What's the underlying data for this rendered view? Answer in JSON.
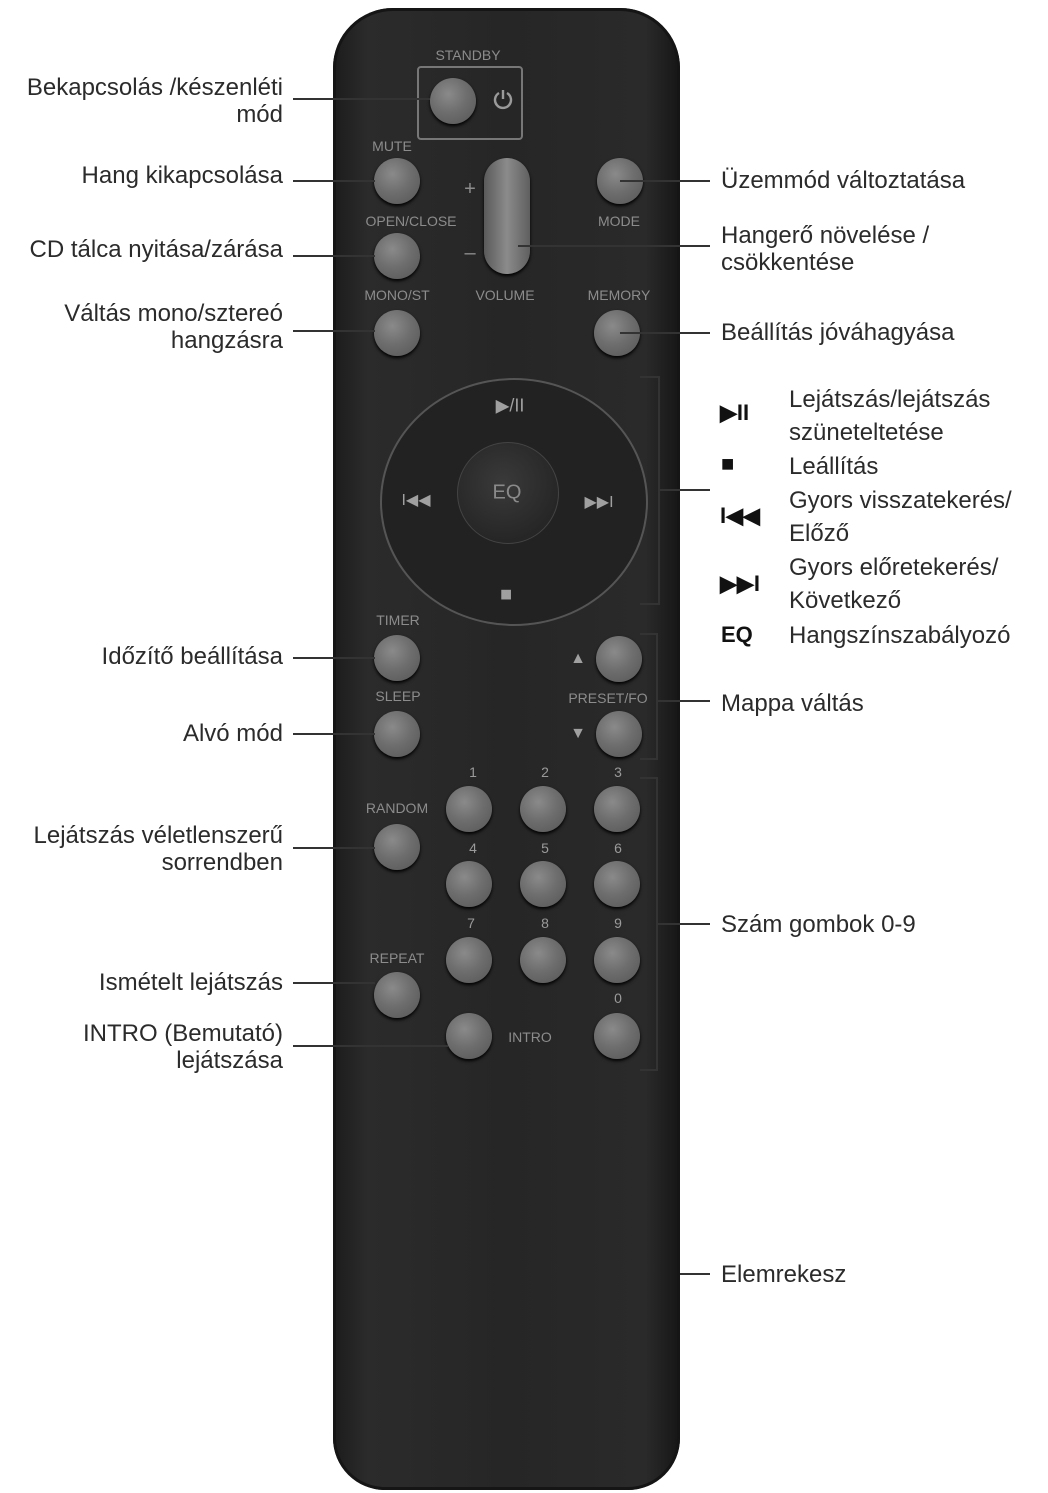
{
  "remote_labels": {
    "standby": "STANDBY",
    "mute": "MUTE",
    "open_close": "OPEN/CLOSE",
    "mode": "MODE",
    "mono_st": "MONO/ST",
    "volume": "VOLUME",
    "memory": "MEMORY",
    "timer": "TIMER",
    "sleep": "SLEEP",
    "preset_fo": "PRESET/FO",
    "random": "RANDOM",
    "repeat": "REPEAT",
    "intro": "INTRO",
    "eq": "EQ",
    "vol_plus": "+",
    "vol_minus": "–",
    "numbers": [
      "1",
      "2",
      "3",
      "4",
      "5",
      "6",
      "7",
      "8",
      "9",
      "0"
    ]
  },
  "callouts_left": [
    {
      "id": "standby",
      "text": "Bekapcsolás /készenléti\nmód"
    },
    {
      "id": "mute",
      "text": "Hang kikapcsolása"
    },
    {
      "id": "open",
      "text": "CD tálca nyitása/zárása"
    },
    {
      "id": "mono",
      "text": "Váltás mono/sztereó\nhangzásra"
    },
    {
      "id": "timer",
      "text": "Időzítő beállítása"
    },
    {
      "id": "sleep",
      "text": "Alvó mód"
    },
    {
      "id": "random",
      "text": "Lejátszás véletlenszerű\nsorrendben"
    },
    {
      "id": "repeat",
      "text": "Ismételt lejátszás"
    },
    {
      "id": "intro",
      "text": "INTRO (Bemutató)\nlejátszása"
    }
  ],
  "callouts_right": [
    {
      "id": "mode",
      "text": "Üzemmód változtatása"
    },
    {
      "id": "volume",
      "text": "Hangerő növelése /\ncsökkentése"
    },
    {
      "id": "memory",
      "text": "Beállítás jóváhagyása"
    },
    {
      "id": "folder",
      "text": "Mappa váltás"
    },
    {
      "id": "numbers",
      "text": "Szám gombok 0-9"
    },
    {
      "id": "battery",
      "text": "Elemrekesz"
    }
  ],
  "legend": [
    {
      "icon": "play-pause-icon",
      "symbol": "▶II",
      "text": "Lejátszás/lejátszás\nszüneteltetése"
    },
    {
      "icon": "stop-icon",
      "symbol": "■",
      "text": "Leállítás"
    },
    {
      "icon": "previous-icon",
      "symbol": "I◀◀",
      "text": "Gyors visszatekerés/\nElőző"
    },
    {
      "icon": "next-icon",
      "symbol": "▶▶I",
      "text": "Gyors előretekerés/\nKövetkező"
    },
    {
      "icon": "eq-label",
      "symbol": "EQ",
      "text": "Hangszínszabályozó"
    }
  ],
  "colors": {
    "remote_body": "#262626",
    "button": "#6e6e6e",
    "text": "#2b2b2b",
    "line": "#333333"
  }
}
